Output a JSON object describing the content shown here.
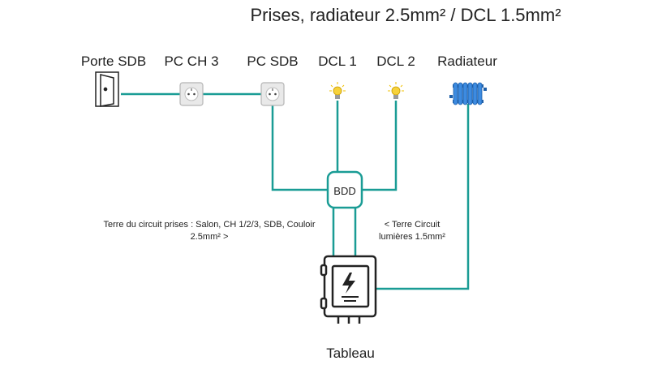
{
  "title": "Prises, radiateur 2.5mm² / DCL 1.5mm²",
  "labels": {
    "porte_sdb": "Porte SDB",
    "pc_ch3": "PC CH 3",
    "pc_sdb": "PC  SDB",
    "dcl1": "DCL 1",
    "dcl2": "DCL 2",
    "radiateur": "Radiateur",
    "bdd": "BDD",
    "tableau": "Tableau"
  },
  "notes": {
    "terre_prises_line1": "Terre du circuit prises : Salon, CH 1/2/3, SDB, Couloir",
    "terre_prises_line2": "2.5mm²  >",
    "terre_lumieres_line1": "< Terre  Circuit",
    "terre_lumieres_line2": "lumières 1.5mm²"
  },
  "colors": {
    "wire": "#1a9c95",
    "radiator": "#2f7ed8",
    "bulb": "#f2c200",
    "outline": "#222222"
  },
  "icons": [
    "door-icon",
    "socket-icon",
    "bulb-icon",
    "radiator-icon",
    "panel-icon"
  ]
}
